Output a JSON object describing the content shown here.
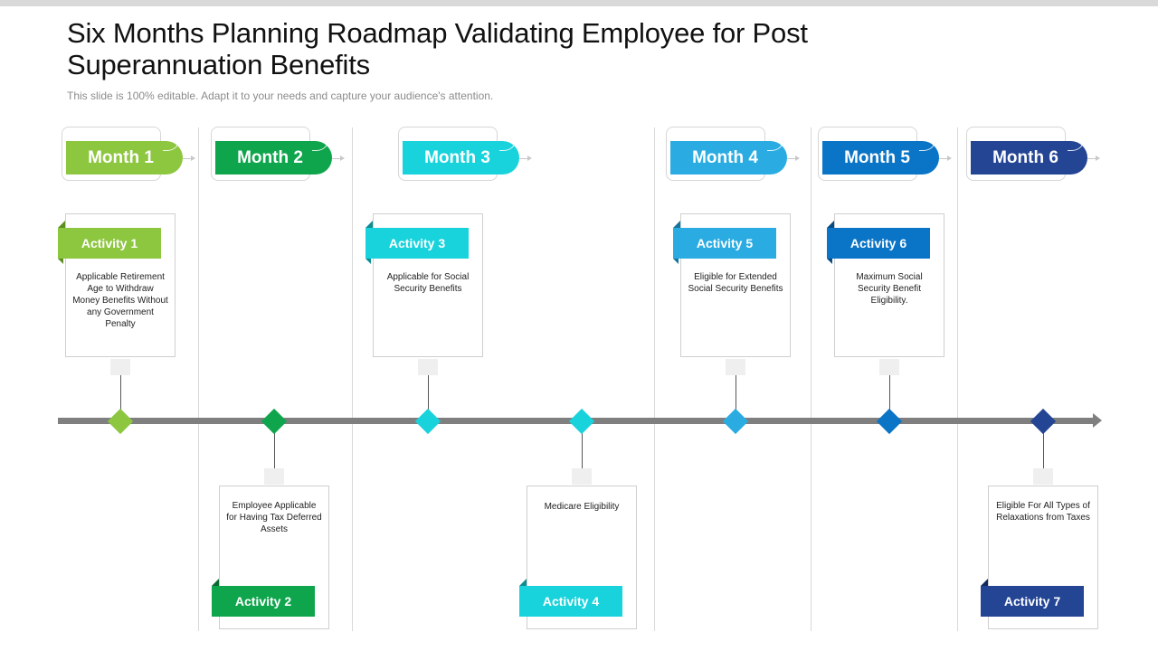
{
  "title": "Six Months Planning Roadmap Validating Employee for Post Superannuation Benefits",
  "subtitle": "This slide is 100% editable. Adapt it to your needs and capture your audience's attention.",
  "colors": {
    "c1": "#8dc63f",
    "c2": "#0fa54c",
    "c3": "#19d3dc",
    "c4": "#2aace2",
    "c5": "#0a74c6",
    "c6": "#244594",
    "timeline": "#7f7f7f"
  },
  "months": [
    {
      "label": "Month 1"
    },
    {
      "label": "Month 2"
    },
    {
      "label": "Month 3"
    },
    {
      "label": "Month 4"
    },
    {
      "label": "Month 5"
    },
    {
      "label": "Month 6"
    }
  ],
  "activities": [
    {
      "label": "Activity 1",
      "text": "Applicable Retirement Age to Withdraw Money Benefits Without any Government Penalty"
    },
    {
      "label": "Activity 2",
      "text": "Employee Applicable for Having Tax Deferred Assets"
    },
    {
      "label": "Activity 3",
      "text": "Applicable for Social Security Benefits"
    },
    {
      "label": "Activity 4",
      "text": "Medicare Eligibility"
    },
    {
      "label": "Activity 5",
      "text": "Eligible  for Extended Social Security Benefits"
    },
    {
      "label": "Activity 6",
      "text": "Maximum Social Security Benefit Eligibility."
    },
    {
      "label": "Activity 7",
      "text": "Eligible  For All Types of Relaxations from Taxes"
    }
  ]
}
